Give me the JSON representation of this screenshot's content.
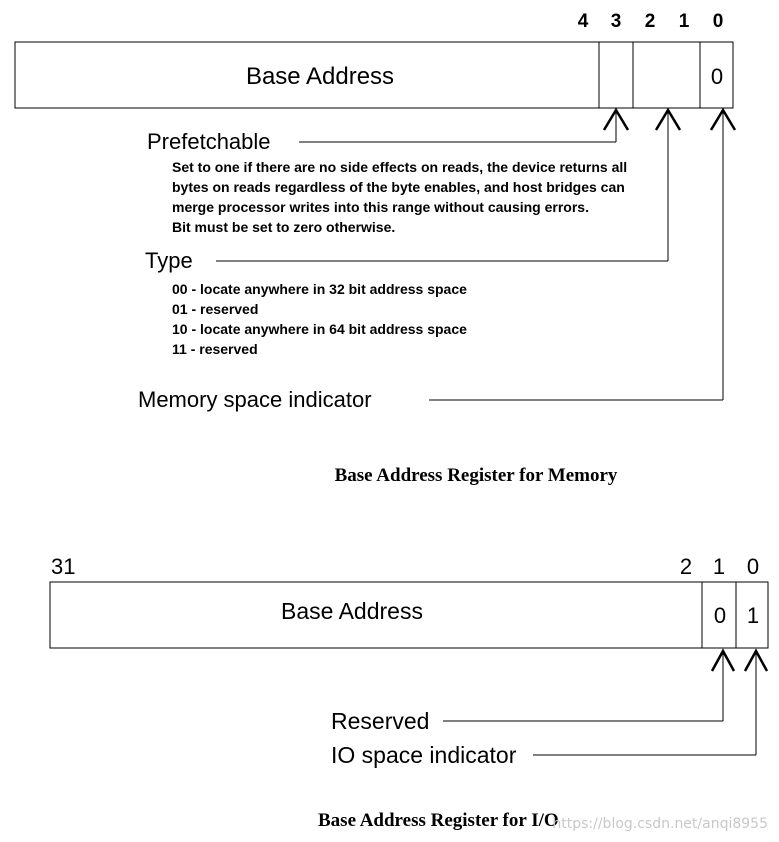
{
  "memory_register": {
    "bit_labels": [
      "4",
      "3",
      "2",
      "1",
      "0"
    ],
    "field_label": "Base Address",
    "bit0_value": "0",
    "prefetchable": {
      "title": "Prefetchable",
      "lines": [
        "Set to one if there are no side effects on reads, the device returns all",
        "bytes on reads regardless of the byte enables, and host bridges can",
        "merge processor writes into this range without causing errors.",
        "Bit must be set to zero otherwise."
      ]
    },
    "type": {
      "title": "Type",
      "lines": [
        "00 - locate anywhere in 32 bit address space",
        "01 - reserved",
        "10 - locate anywhere in 64 bit address space",
        "11 - reserved"
      ]
    },
    "space_indicator": "Memory space indicator",
    "caption": "Base Address Register for Memory"
  },
  "io_register": {
    "bit_labels": {
      "msb": "31",
      "b2": "2",
      "b1": "1",
      "b0": "0"
    },
    "field_label": "Base Address",
    "bit1_value": "0",
    "bit0_value": "1",
    "reserved_label": "Reserved",
    "space_indicator": "IO space indicator",
    "caption": "Base Address Register for I/O"
  },
  "watermark": "https://blog.csdn.net/anqi8955"
}
